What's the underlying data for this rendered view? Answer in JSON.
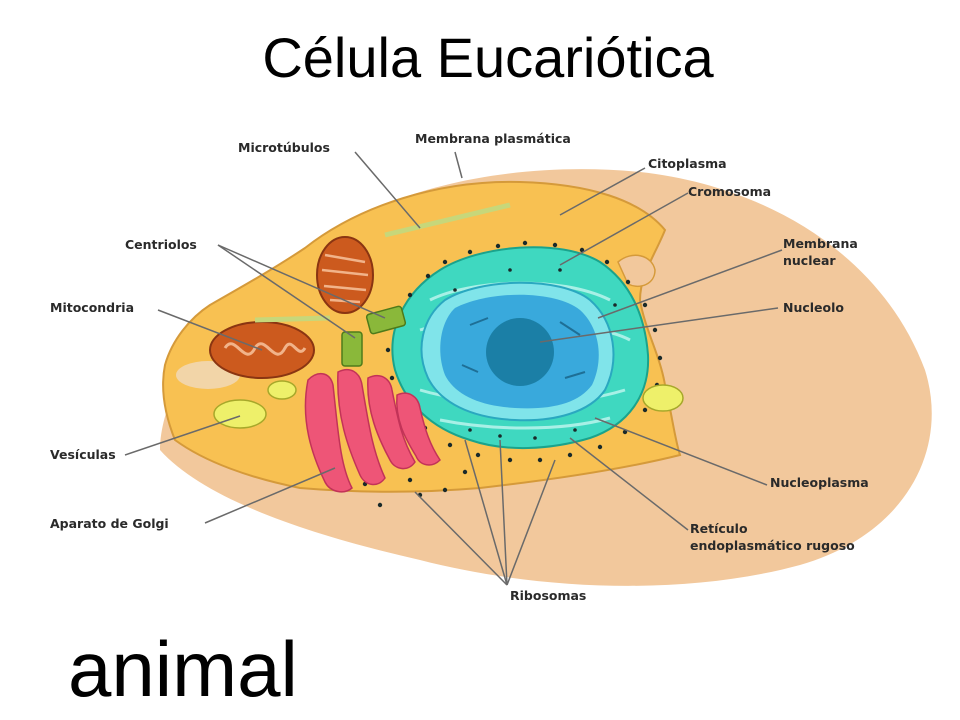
{
  "title": "Célula Eucariótica",
  "caption": "animal",
  "colors": {
    "cytoplasm": "#f8c152",
    "cell_shadow": "#f2c89c",
    "rough_er": "#3fd8c0",
    "nuclear_membrane": "#80e4ea",
    "nucleoplasm": "#39a9dc",
    "nucleolus": "#1b7fa6",
    "golgi": "#ee5577",
    "mitochondria": "#cc5a1e",
    "vesicles": "#eef06a",
    "centrioles": "#8ab83a",
    "leader_line": "#6a6a6a"
  },
  "labels": {
    "microtubulos": "Microtúbulos",
    "membrana_plasmatica": "Membrana plasmática",
    "citoplasma": "Citoplasma",
    "cromosoma": "Cromosoma",
    "membrana_nuclear_1": "Membrana",
    "membrana_nuclear_2": "nuclear",
    "centriolos": "Centriolos",
    "nucleolo": "Nucleolo",
    "mitocondria": "Mitocondria",
    "vesiculas": "Vesículas",
    "nucleoplasma": "Nucleoplasma",
    "aparato_golgi": "Aparato de Golgi",
    "reticulo_1": "Retículo",
    "reticulo_2": "endoplasmático rugoso",
    "ribosomas": "Ribosomas"
  }
}
